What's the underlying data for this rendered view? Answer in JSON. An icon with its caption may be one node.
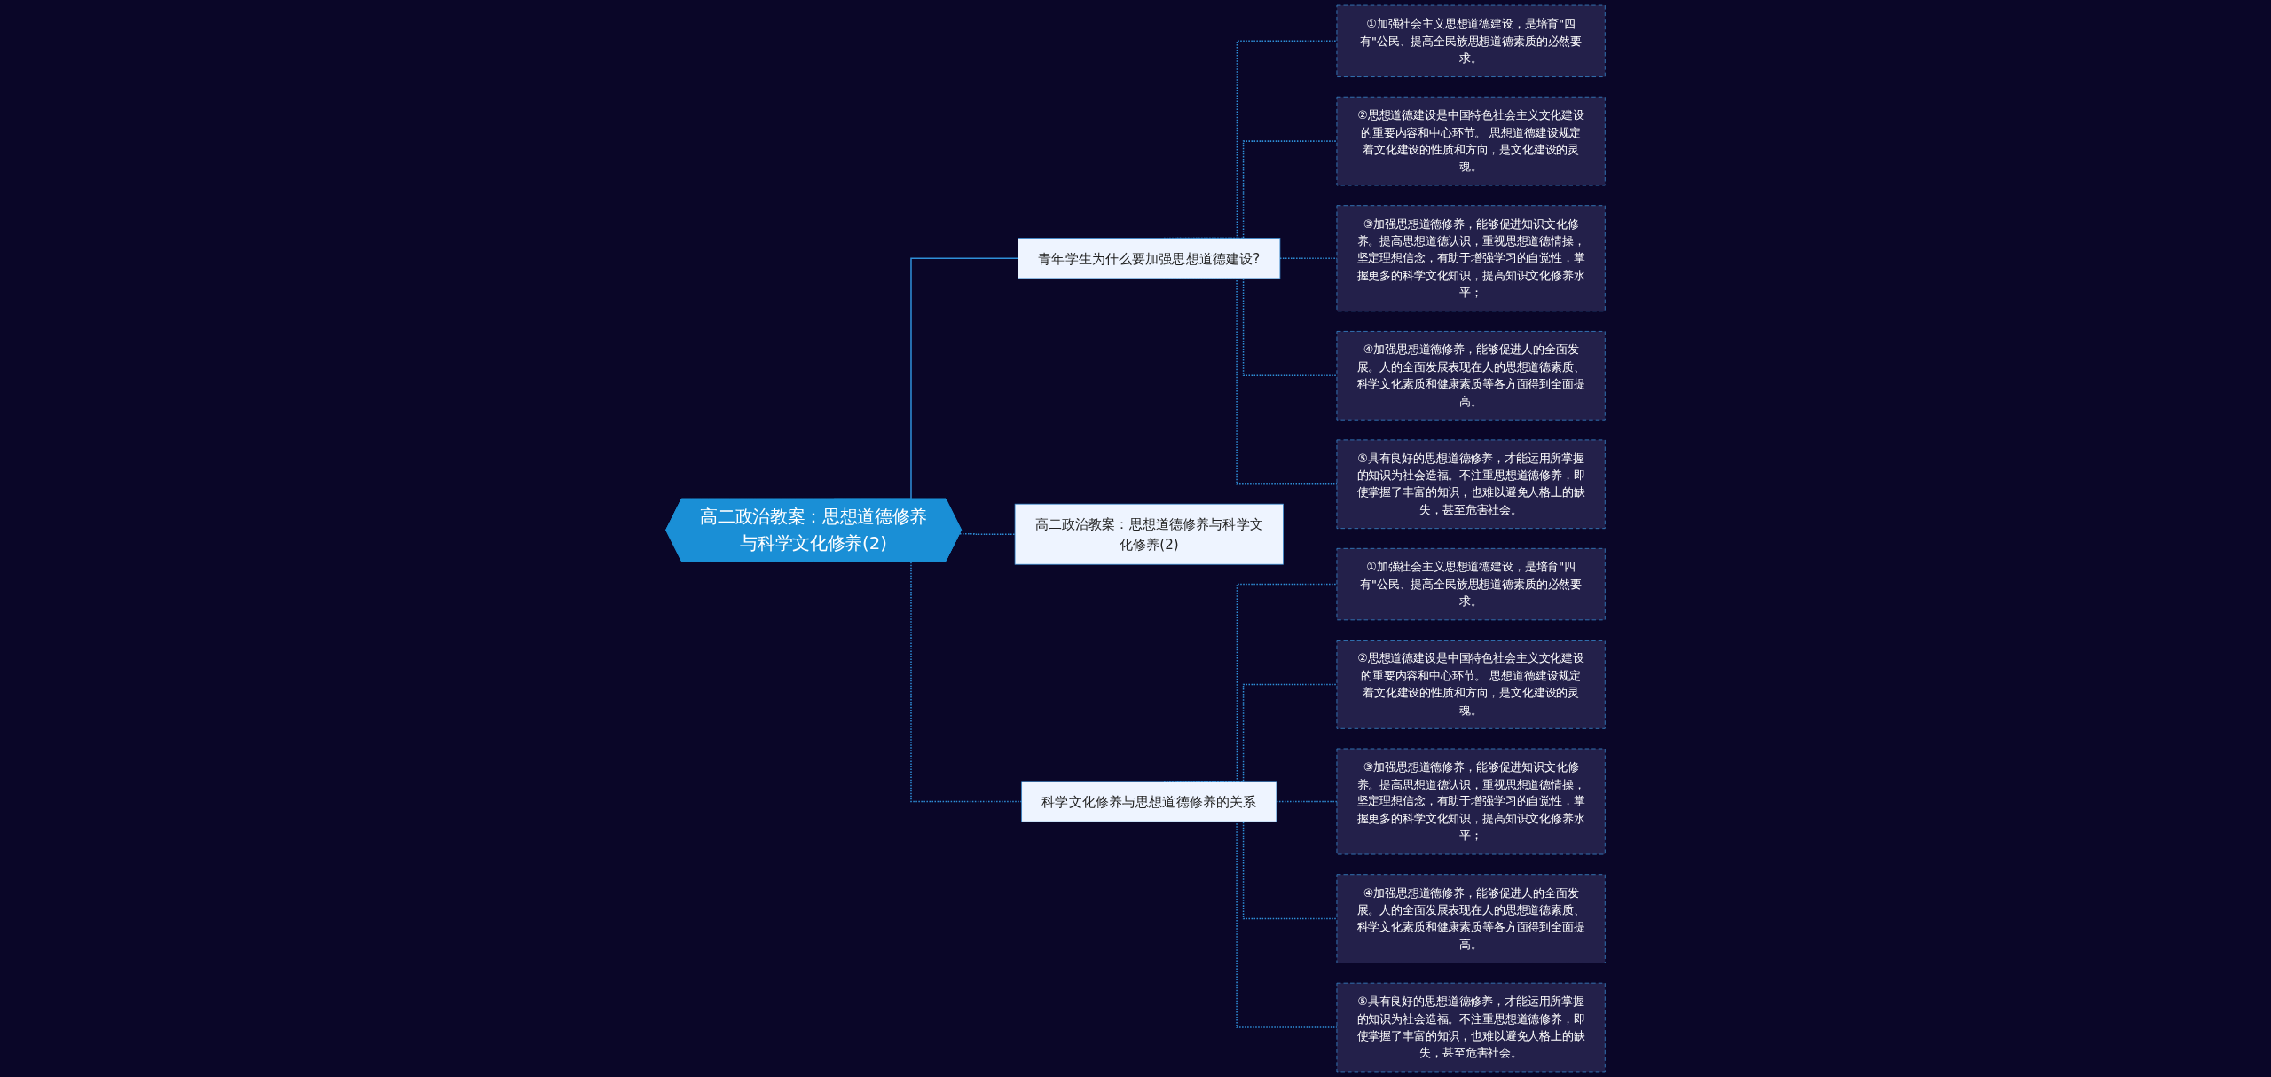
{
  "diagram": {
    "nodes": [
      {
        "text": [
          "高二政治教案：思想道德修养与科学文化修养(2)"
        ]
      },
      {
        "text": [
          "青年学生为什么要加强思想道德建设?"
        ]
      },
      {
        "text": [
          "①加强社会主义思想道德建设，是培育\"四有\"公民、提高全民族思想道德素质的必然要求。"
        ]
      },
      {
        "text": [
          "②思想道德建设是中国特色社会主义文化建设的重要内容和中心环节。 思想道德建设规定着文化建设的性质和方向，是文化建设的灵魂。"
        ]
      },
      {
        "text": [
          "③加强思想道德修养，能够促进知识文化修养。提高思想道德认识，重视思想道德情操，坚定理想信念，有助于增强学习的自觉性，掌握更多的科学文化知识，提高知识文化修养水平；"
        ]
      },
      {
        "text": [
          "④加强思想道德修养，能够促进人的全面发展。人的全面发展表现在人的思想道德素质、科学文化素质和健康素质等各方面得到全面提高。"
        ]
      },
      {
        "text": [
          "⑤具有良好的思想道德修养，才能运用所掌握的知识为社会造福。不注重思想道德修养，即使掌握了丰富的知识，也难以避免人格上的缺失，甚至危害社会。"
        ]
      },
      {
        "text": [
          "高二政治教案：思想道德修养与科学文化修养(2)"
        ]
      },
      {
        "text": [
          "科学文化修养与思想道德修养的关系"
        ]
      },
      {
        "text": [
          "①加强社会主义思想道德建设，是培育\"四有\"公民、提高全民族思想道德素质的必然要求。"
        ]
      },
      {
        "text": [
          "②思想道德建设是中国特色社会主义文化建设的重要内容和中心环节。 思想道德建设规定着文化建设的性质和方向，是文化建设的灵魂。"
        ]
      },
      {
        "text": [
          "③加强思想道德修养，能够促进知识文化修养。提高思想道德认识，重视思想道德情操，坚定理想信念，有助于增强学习的自觉性，掌握更多的科学文化知识，提高知识文化修养水平；"
        ]
      },
      {
        "text": [
          "④加强思想道德修养，能够促进人的全面发展。人的全面发展表现在人的思想道德素质、科学文化素质和健康素质等各方面得到全面提高。"
        ]
      },
      {
        "text": [
          "⑤具有良好的思想道德修养，才能运用所掌握的知识为社会造福。不注重思想道德修养，即使掌握了丰富的知识，也难以避免人格上的缺失，甚至危害社会。"
        ]
      }
    ],
    "edges": [
      {
        "from": 0,
        "to": 1,
        "arrow": "none"
      },
      {
        "from": 1,
        "to": 2,
        "arrow": "none",
        "style": "dashed"
      },
      {
        "from": 1,
        "to": 3,
        "arrow": "none",
        "style": "dashed"
      },
      {
        "from": 1,
        "to": 4,
        "arrow": "none",
        "style": "dashed"
      },
      {
        "from": 1,
        "to": 5,
        "arrow": "none",
        "style": "dashed"
      },
      {
        "from": 1,
        "to": 6,
        "arrow": "none",
        "style": "dashed"
      },
      {
        "from": 0,
        "to": 7,
        "arrow": "none",
        "style": "dashed"
      },
      {
        "from": 0,
        "to": 8,
        "arrow": "none",
        "style": "dashed"
      },
      {
        "from": 8,
        "to": 9,
        "arrow": "none",
        "style": "dashed"
      },
      {
        "from": 8,
        "to": 10,
        "arrow": "none",
        "style": "dashed"
      },
      {
        "from": 8,
        "to": 11,
        "arrow": "none",
        "style": "dashed"
      },
      {
        "from": 8,
        "to": 12,
        "arrow": "none",
        "style": "dashed"
      },
      {
        "from": 8,
        "to": 13,
        "arrow": "none",
        "style": "dashed"
      }
    ]
  }
}
